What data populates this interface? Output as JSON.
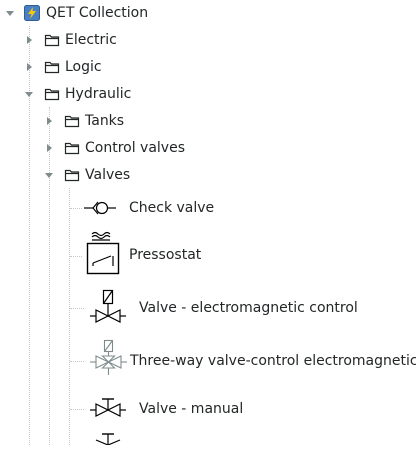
{
  "tree": {
    "root": {
      "label": "QET Collection",
      "icon": "qet-collection-icon",
      "expanded": true
    },
    "children": [
      {
        "label": "Electric",
        "expanded": false
      },
      {
        "label": "Logic",
        "expanded": false
      },
      {
        "label": "Hydraulic",
        "expanded": true,
        "children": [
          {
            "label": "Tanks",
            "expanded": false
          },
          {
            "label": "Control valves",
            "expanded": false
          },
          {
            "label": "Valves",
            "expanded": true,
            "elements": [
              {
                "label": "Check valve",
                "icon": "check-valve-icon"
              },
              {
                "label": "Pressostat",
                "icon": "pressostat-icon"
              },
              {
                "label": "Valve - electromagnetic control",
                "icon": "electromagnetic-valve-icon"
              },
              {
                "label": "Three-way valve-control electromagnetic",
                "icon": "three-way-valve-icon"
              },
              {
                "label": "Valve - manual",
                "icon": "manual-valve-icon"
              }
            ]
          }
        ]
      }
    ]
  },
  "colors": {
    "text": "#232627",
    "guide": "#c6c8cb",
    "arrow": "#7f8c8d",
    "root_icon": "#4a7fc1",
    "bolt": "#f2c811"
  }
}
